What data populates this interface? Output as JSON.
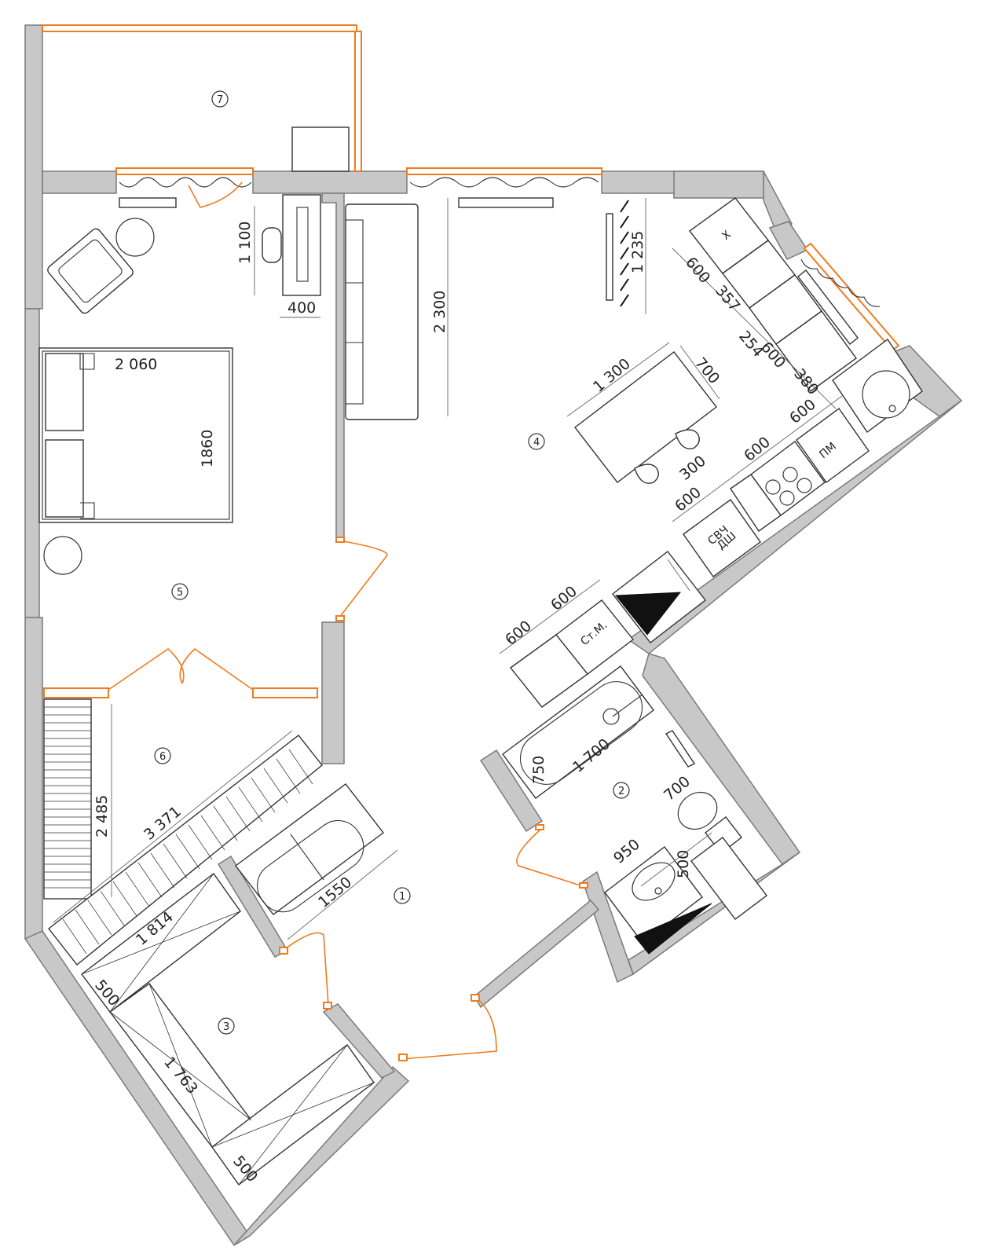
{
  "rooms": [
    "1",
    "2",
    "3",
    "4",
    "5",
    "6",
    "7"
  ],
  "dimensions": {
    "bed_length": "2 060",
    "bed_width": "1860",
    "desk_depth": "1 100",
    "desk_width": "400",
    "living_height": "2 300",
    "tv_wall": "1 235",
    "kitchen_top_600": "600",
    "kitchen_357": "357",
    "kitchen_254": "254",
    "kitchen_600b": "600",
    "kitchen_380": "380",
    "kitchen_600c": "600",
    "table_length": "1 300",
    "table_width": "700",
    "kitchen_600d": "600",
    "kitchen_300": "300",
    "kitchen_600e": "600",
    "hall_600a": "600",
    "hall_600b": "600",
    "bath_length": "1 700",
    "bath_width": "750",
    "wc_700": "700",
    "sink_950": "950",
    "sink_500": "500",
    "closet_height": "2 485",
    "wardrobe_length": "3 371",
    "sofa_length": "1550",
    "closet_1814": "1 814",
    "closet_500a": "500",
    "closet_1763": "1 763",
    "closet_500b": "500"
  },
  "appliance_labels": {
    "fridge": "Х",
    "dishwasher": "ПМ",
    "microwave": "СВЧ",
    "oven": "ДШ",
    "washer": "Ст.М."
  }
}
